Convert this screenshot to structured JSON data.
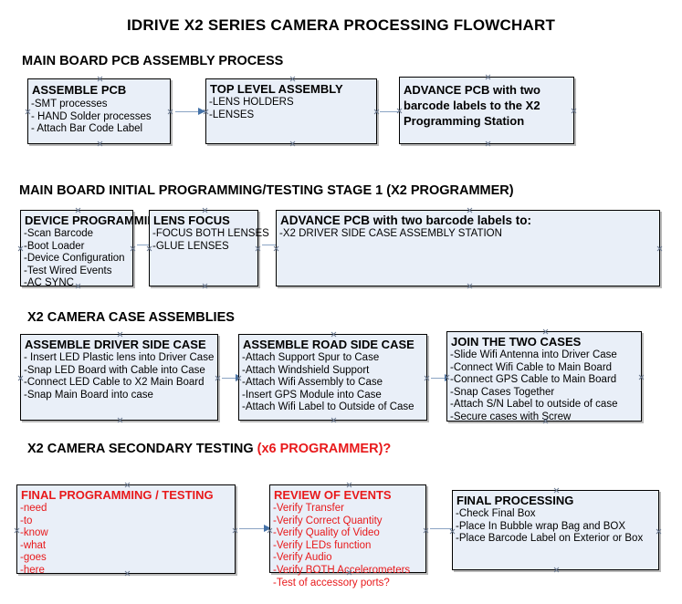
{
  "document": {
    "title": "IDRIVE X2  SERIES CAMERA PROCESSING FLOWCHART",
    "colors": {
      "node_fill": "#e9eff8",
      "node_border": "#000000",
      "connector": "#8ba4c4",
      "arrow_head": "#4472a8",
      "red_text": "#e8191b",
      "black_text": "#000000"
    }
  },
  "sections": [
    {
      "id": "main-board-pcb-assembly-process",
      "heading": "MAIN BOARD PCB ASSEMBLY PROCESS",
      "heading_red": "",
      "nodes": [
        {
          "id": "assemble-pcb",
          "header": "ASSEMBLE PCB",
          "lines": [
            "-SMT processes",
            "- HAND Solder processes",
            "- Attach Bar Code Label"
          ]
        },
        {
          "id": "top-level-assembly",
          "header": "TOP LEVEL ASSEMBLY",
          "lines": [
            "-LENS HOLDERS",
            "-LENSES"
          ]
        },
        {
          "id": "advance-pcb-to-x2-programming-station",
          "header": "ADVANCE PCB with two barcode labels to the  X2 Programming Station",
          "lines": []
        }
      ]
    },
    {
      "id": "main-board-initial-programming-testing-stage-1",
      "heading": "MAIN BOARD INITIAL PROGRAMMING/TESTING STAGE 1 (X2 PROGRAMMER)",
      "heading_red": "",
      "nodes": [
        {
          "id": "device-programming",
          "header": "DEVICE PROGRAMMING",
          "lines": [
            "-Scan Barcode",
            "-Boot Loader",
            "-Device Configuration",
            "-Test Wired Events",
            "-AC SYNC"
          ]
        },
        {
          "id": "lens-focus",
          "header": "LENS FOCUS",
          "lines": [
            "-FOCUS BOTH LENSES",
            "-GLUE LENSES"
          ]
        },
        {
          "id": "advance-pcb-to-driver-side-case-assembly-station",
          "header": "ADVANCE PCB with two barcode labels to:",
          "lines": [
            "-X2 DRIVER  SIDE  CASE  ASSEMBLY STATION"
          ]
        }
      ]
    },
    {
      "id": "x2-camera-case-assemblies",
      "heading": "X2 CAMERA CASE ASSEMBLIES",
      "heading_red": "",
      "nodes": [
        {
          "id": "assemble-driver-side-case",
          "header": "ASSEMBLE DRIVER SIDE CASE",
          "lines": [
            "- Insert LED Plastic lens into Driver Case",
            "-Snap LED Board with Cable into Case",
            "-Connect LED Cable to X2 Main Board",
            "-Snap Main Board into case"
          ]
        },
        {
          "id": "assemble-road-side-case",
          "header": "ASSEMBLE ROAD SIDE CASE",
          "lines": [
            "-Attach Support Spur to Case",
            "-Attach Windshield Support",
            "-Attach Wifi Assembly to Case",
            "-Insert GPS Module into Case",
            "-Attach Wifi Label to Outside of Case"
          ]
        },
        {
          "id": "join-the-two-cases",
          "header": "JOIN THE TWO CASES",
          "lines": [
            "-Slide Wifi Antenna into Driver Case",
            "-Connect Wifi Cable to Main Board",
            "-Connect GPS Cable to Main Board",
            "-Snap Cases Together",
            "-Attach S/N Label to outside of case",
            "-Secure cases with Screw"
          ]
        }
      ]
    },
    {
      "id": "x2-camera-secondary-testing",
      "heading": "X2 CAMERA SECONDARY TESTING ",
      "heading_red": "(x6 PROGRAMMER)?",
      "nodes": [
        {
          "id": "final-programming-testing",
          "header": "FINAL PROGRAMMING / TESTING",
          "lines": [
            "-need",
            "-to",
            "-know",
            "-what",
            "-goes",
            "-here"
          ]
        },
        {
          "id": "review-of-events",
          "header": "REVIEW OF EVENTS",
          "lines": [
            "-Verify Transfer",
            "-Verify Correct Quantity",
            "-Verify Quality of Video",
            "-Verify LEDs function",
            "-Verify Audio",
            "-Verify BOTH Accelerometers",
            "-Test of accessory ports?"
          ]
        },
        {
          "id": "final-processing",
          "header": "FINAL PROCESSING",
          "lines": [
            " -Check Final Box",
            "-Place In Bubble wrap Bag and BOX",
            "-Place Barcode Label on Exterior or Box"
          ]
        }
      ]
    }
  ]
}
